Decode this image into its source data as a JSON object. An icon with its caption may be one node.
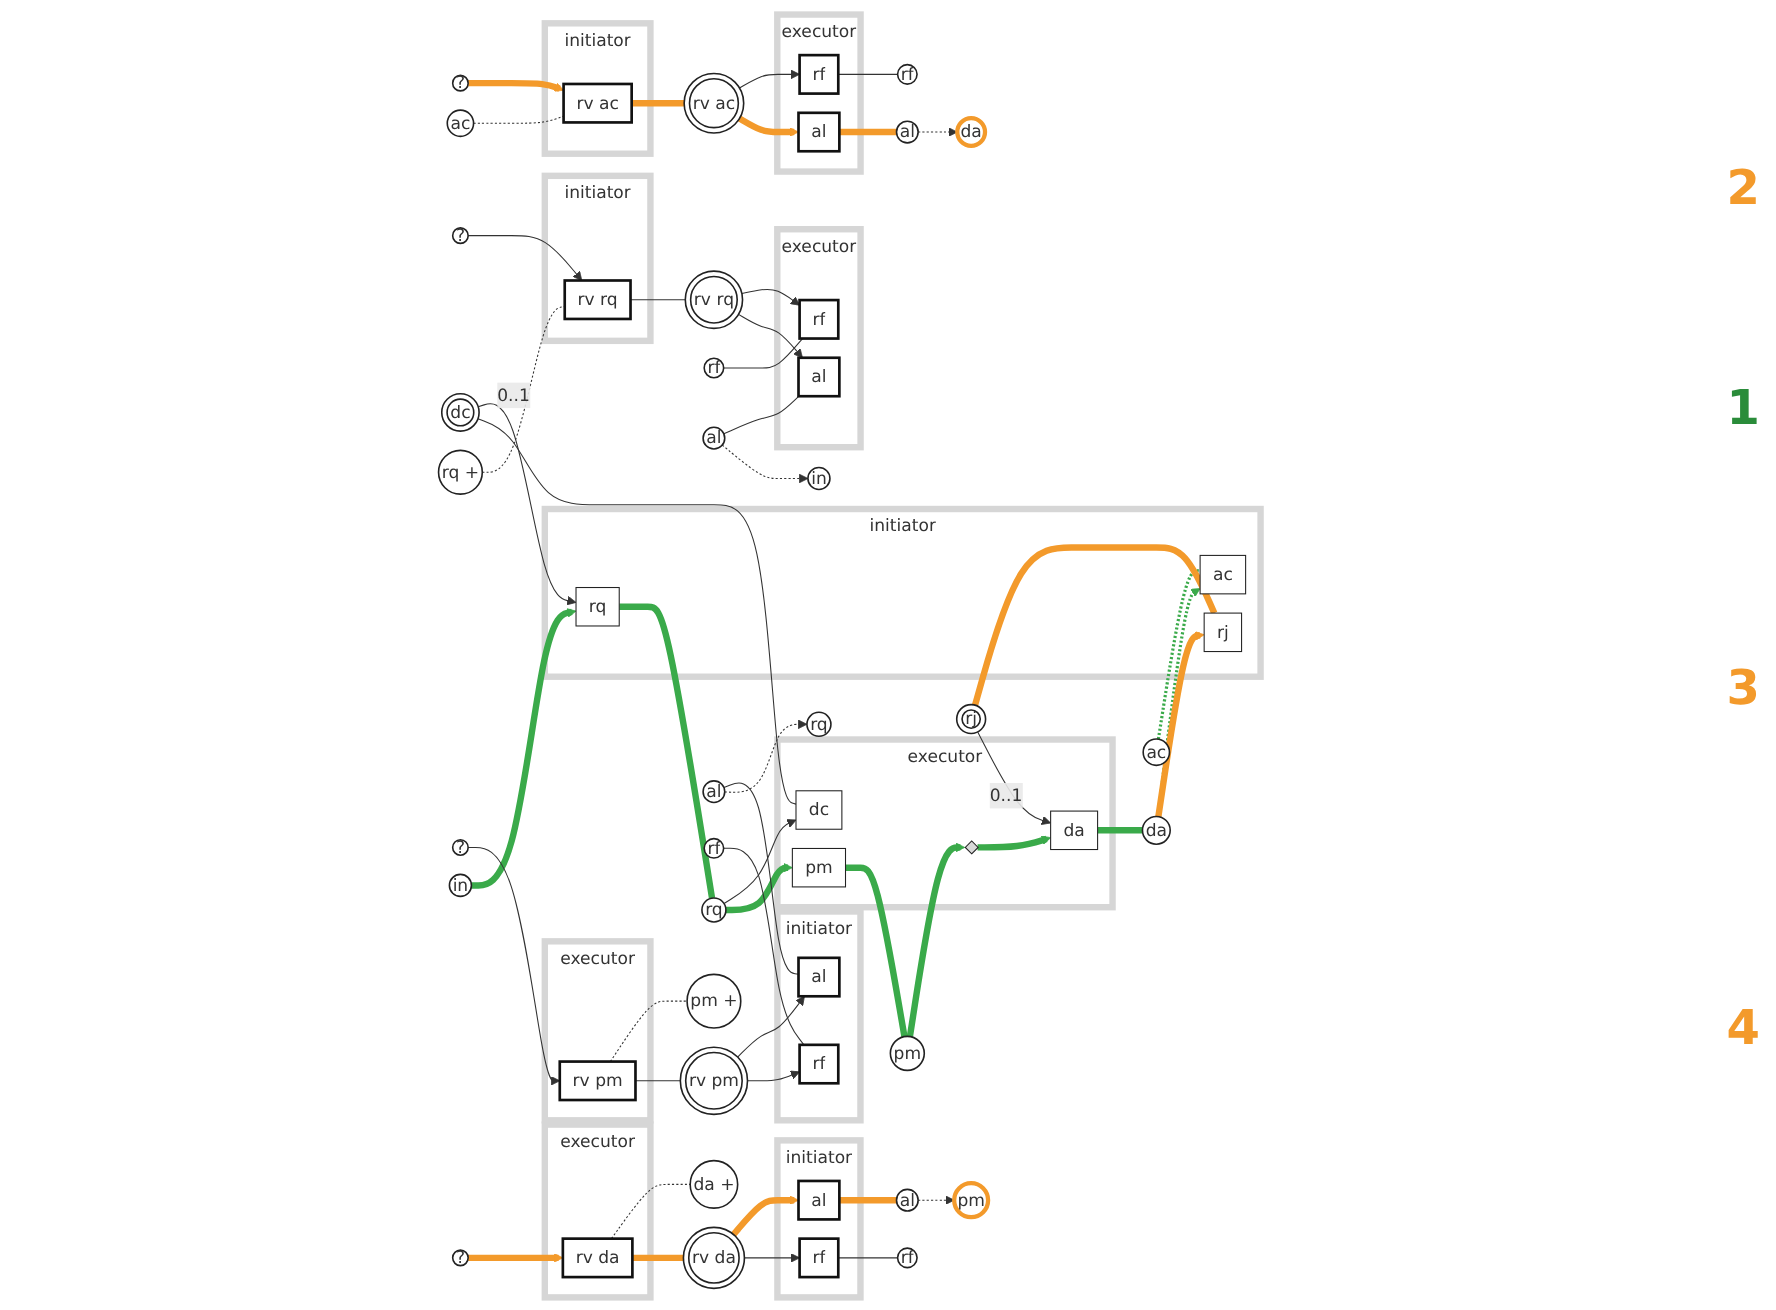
{
  "diagram": {
    "nodes": [
      {
        "text": [
          "initiator"
        ]
      },
      {
        "text": [
          "rv rq"
        ],
        "in": 0
      },
      {
        "text": [
          "executor"
        ]
      },
      {
        "text": [
          "rf"
        ],
        "in": 2
      },
      {
        "text": [
          "al"
        ],
        "in": 2
      },
      {
        "text": [
          "rq +"
        ]
      },
      {
        "text": [
          "?"
        ]
      },
      {
        "text": [
          "rv rq"
        ]
      },
      {
        "text": [
          "rf"
        ]
      },
      {
        "text": [
          "al"
        ]
      },
      {
        "text": [
          "in"
        ]
      },
      {
        "text": [
          "executor"
        ]
      },
      {
        "text": [
          "rf"
        ],
        "in": 11
      },
      {
        "text": [
          "al"
        ],
        "in": 11
      },
      {
        "text": [
          "ac"
        ]
      },
      {
        "text": [
          "initiator"
        ]
      },
      {
        "text": [
          "rv ac"
        ],
        "in": 15
      },
      {
        "text": [
          "?"
        ]
      },
      {
        "text": [
          "rf"
        ]
      },
      {
        "text": [
          "rv ac"
        ]
      },
      {
        "text": [
          "al"
        ]
      },
      {
        "text": [
          "da"
        ]
      },
      {
        "text": [
          "in"
        ]
      },
      {
        "text": [
          "initiator"
        ]
      },
      {
        "text": [
          "rq"
        ],
        "in": 23
      },
      {
        "text": [
          "ac"
        ],
        "in": 23
      },
      {
        "text": [
          "rj"
        ],
        "in": 23
      },
      {
        "text": [
          "executor"
        ]
      },
      {
        "text": [
          "dc"
        ],
        "in": 27
      },
      {
        "text": [
          "pm"
        ],
        "in": 27
      },
      {
        "text": [],
        "shape": "diamond",
        "in": 27
      },
      {
        "text": [
          "da"
        ],
        "in": 27
      },
      {
        "text": [
          "dc"
        ]
      },
      {
        "text": [
          "rq"
        ]
      },
      {
        "text": [
          "pm"
        ]
      },
      {
        "text": [
          "ac"
        ]
      },
      {
        "text": [
          "da"
        ]
      },
      {
        "text": [
          "rj"
        ]
      },
      {
        "text": [
          "rq"
        ]
      },
      {
        "text": [
          "initiator"
        ]
      },
      {
        "text": [
          "al"
        ],
        "in": 39
      },
      {
        "text": [
          "rf"
        ],
        "in": 39
      },
      {
        "text": [
          "executor"
        ]
      },
      {
        "text": [
          "rv pm"
        ],
        "in": 42
      },
      {
        "text": [
          "?"
        ]
      },
      {
        "text": [
          "al"
        ]
      },
      {
        "text": [
          "rv pm"
        ]
      },
      {
        "text": [
          "rf"
        ]
      },
      {
        "text": [
          "pm +"
        ]
      },
      {
        "text": [
          "pm"
        ]
      },
      {
        "text": [
          "initiator"
        ]
      },
      {
        "text": [
          "al"
        ],
        "in": 50
      },
      {
        "text": [
          "rf"
        ],
        "in": 50
      },
      {
        "text": [
          "al"
        ]
      },
      {
        "text": [
          "executor"
        ]
      },
      {
        "text": [
          "rv da"
        ],
        "in": 54
      },
      {
        "text": [
          "rv da"
        ]
      },
      {
        "text": [
          "?"
        ]
      },
      {
        "text": [
          "rf"
        ]
      },
      {
        "text": [
          "da +"
        ]
      }
    ],
    "edges": [
      {
        "from": 6,
        "to": 1,
        "arrow": "to"
      },
      {
        "from": 5,
        "to": 1,
        "arrow": "none",
        "style": "dashed"
      },
      {
        "from": 1,
        "to": 7,
        "arrow": "none"
      },
      {
        "from": 7,
        "to": 3,
        "arrow": "to"
      },
      {
        "from": 7,
        "to": 4,
        "arrow": "to"
      },
      {
        "from": 8,
        "to": 3,
        "arrow": "none"
      },
      {
        "from": 9,
        "to": 4,
        "arrow": "none"
      },
      {
        "from": 9,
        "to": 10,
        "arrow": "to",
        "style": "dashed"
      },
      {
        "from": 17,
        "to": 16,
        "arrow": "to",
        "style": "thick",
        "color": "#f39a2b"
      },
      {
        "from": 14,
        "to": 16,
        "arrow": "none",
        "style": "dashed"
      },
      {
        "from": 16,
        "to": 19,
        "arrow": "none",
        "style": "thick",
        "color": "#f39a2b"
      },
      {
        "from": 19,
        "to": 12,
        "arrow": "to"
      },
      {
        "from": 19,
        "to": 13,
        "arrow": "to",
        "style": "thick",
        "color": "#f39a2b"
      },
      {
        "from": 12,
        "to": 18,
        "arrow": "none"
      },
      {
        "from": 13,
        "to": 20,
        "arrow": "none",
        "style": "thick",
        "color": "#f39a2b"
      },
      {
        "from": 20,
        "to": 21,
        "arrow": "to",
        "style": "dashed"
      },
      {
        "from": 22,
        "to": 24,
        "arrow": "to",
        "style": "thick",
        "color": "#3aaa4a"
      },
      {
        "from": 32,
        "to": 24,
        "arrow": "to",
        "label": "0..1"
      },
      {
        "from": 32,
        "to": 28,
        "arrow": "none"
      },
      {
        "from": 24,
        "to": 33,
        "arrow": "none",
        "style": "thick",
        "color": "#3aaa4a"
      },
      {
        "from": 33,
        "to": 28,
        "arrow": "to"
      },
      {
        "from": 33,
        "to": 29,
        "arrow": "to",
        "style": "thick",
        "color": "#3aaa4a"
      },
      {
        "from": 29,
        "to": 34,
        "arrow": "none",
        "style": "thick",
        "color": "#3aaa4a"
      },
      {
        "from": 34,
        "to": 30,
        "arrow": "to",
        "style": "thick",
        "color": "#3aaa4a"
      },
      {
        "from": 30,
        "to": 31,
        "arrow": "to",
        "style": "thick",
        "color": "#3aaa4a"
      },
      {
        "from": 31,
        "to": 36,
        "arrow": "none",
        "style": "thick",
        "color": "#3aaa4a"
      },
      {
        "from": 36,
        "to": 25,
        "arrow": "to",
        "style": "dashed",
        "color": "#3aaa4a"
      },
      {
        "from": 35,
        "to": 25,
        "arrow": "none",
        "style": "dashed",
        "color": "#3aaa4a"
      },
      {
        "from": 36,
        "to": 26,
        "arrow": "to",
        "style": "thick",
        "color": "#f39a2b"
      },
      {
        "from": 37,
        "to": 26,
        "arrow": "none",
        "style": "thick",
        "color": "#f39a2b"
      },
      {
        "from": 37,
        "to": 31,
        "arrow": "to",
        "label": "0..1"
      },
      {
        "from": 44,
        "to": 43,
        "arrow": "to"
      },
      {
        "from": 43,
        "to": 48,
        "arrow": "none",
        "style": "dashed"
      },
      {
        "from": 43,
        "to": 46,
        "arrow": "none"
      },
      {
        "from": 46,
        "to": 40,
        "arrow": "to"
      },
      {
        "from": 46,
        "to": 41,
        "arrow": "to"
      },
      {
        "from": 45,
        "to": 40,
        "arrow": "none"
      },
      {
        "from": 47,
        "to": 41,
        "arrow": "none"
      },
      {
        "from": 45,
        "to": 38,
        "arrow": "to",
        "style": "dashed"
      },
      {
        "from": 57,
        "to": 55,
        "arrow": "to",
        "style": "thick",
        "color": "#f39a2b"
      },
      {
        "from": 55,
        "to": 59,
        "arrow": "none",
        "style": "dashed"
      },
      {
        "from": 55,
        "to": 56,
        "arrow": "none",
        "style": "thick",
        "color": "#f39a2b"
      },
      {
        "from": 56,
        "to": 51,
        "arrow": "to",
        "style": "thick",
        "color": "#f39a2b"
      },
      {
        "from": 56,
        "to": 52,
        "arrow": "to"
      },
      {
        "from": 51,
        "to": 53,
        "arrow": "none",
        "style": "thick",
        "color": "#f39a2b"
      },
      {
        "from": 52,
        "to": 58,
        "arrow": "none"
      },
      {
        "from": 53,
        "to": 49,
        "arrow": "to",
        "style": "dashed"
      }
    ],
    "labels": [
      "2",
      "1",
      "3",
      "4"
    ]
  }
}
